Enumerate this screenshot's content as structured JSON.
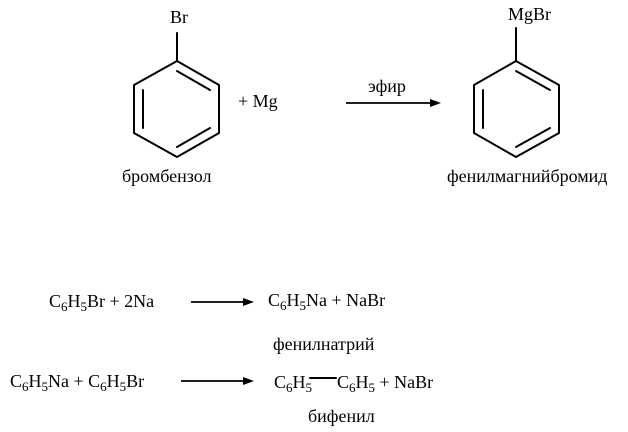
{
  "scheme1": {
    "bromobenzene_label": "бромбензол",
    "br_label": "Br",
    "plus_mg": "+ Mg",
    "arrow_label": "эфир",
    "product_substituent": "MgBr",
    "product_label": "фенилмагнийбромид"
  },
  "reaction2": {
    "lhs": [
      {
        "text": "C"
      },
      {
        "text": "6",
        "sub": true
      },
      {
        "text": "H"
      },
      {
        "text": "5",
        "sub": true
      },
      {
        "text": "Br + 2Na"
      }
    ],
    "rhs": [
      {
        "text": "C"
      },
      {
        "text": "6",
        "sub": true
      },
      {
        "text": "H"
      },
      {
        "text": "5",
        "sub": true
      },
      {
        "text": "Na + NaBr"
      }
    ],
    "caption": "фенилнатрий"
  },
  "reaction3": {
    "lhs": [
      {
        "text": "C"
      },
      {
        "text": "6",
        "sub": true
      },
      {
        "text": "H"
      },
      {
        "text": "5",
        "sub": true
      },
      {
        "text": "Na + C"
      },
      {
        "text": "6",
        "sub": true
      },
      {
        "text": "H"
      },
      {
        "text": "5",
        "sub": true
      },
      {
        "text": "Br"
      }
    ],
    "rhs_left": [
      {
        "text": "C"
      },
      {
        "text": "6",
        "sub": true
      },
      {
        "text": "H"
      },
      {
        "text": "5",
        "sub": true
      }
    ],
    "rhs_right": [
      {
        "text": "C"
      },
      {
        "text": "6",
        "sub": true
      },
      {
        "text": "H"
      },
      {
        "text": "5",
        "sub": true
      },
      {
        "text": " + NaBr"
      }
    ],
    "caption": "бифенил"
  }
}
